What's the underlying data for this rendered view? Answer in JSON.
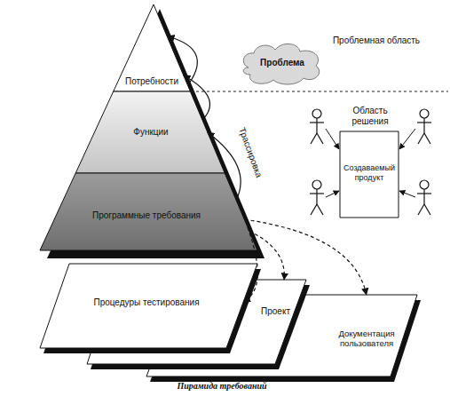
{
  "diagram": {
    "caption": "Пирамида требований",
    "nodes": [
      {
        "text": [
          "Проблема"
        ]
      },
      {
        "text": [
          "Потребности"
        ]
      },
      {
        "text": [
          "Функции"
        ]
      },
      {
        "text": [
          "Программные требования"
        ]
      },
      {
        "text": [
          "Создаваемый продукт"
        ]
      },
      {
        "text": [
          "Процедуры тестирования"
        ]
      },
      {
        "text": [
          "Проект"
        ]
      },
      {
        "text": [
          "Документация пользователя"
        ]
      }
    ],
    "edges": [
      {
        "from": 2,
        "to": 1,
        "arrow": "to"
      },
      {
        "from": 3,
        "to": 2,
        "arrow": "to",
        "label": "Трассировка"
      },
      {
        "from": 3,
        "to": 5,
        "arrow": "to"
      },
      {
        "from": 3,
        "to": 6,
        "arrow": "to"
      },
      {
        "from": 3,
        "to": 7,
        "arrow": "to"
      }
    ],
    "labels": [
      "Проблемная область",
      "Область решения"
    ]
  }
}
